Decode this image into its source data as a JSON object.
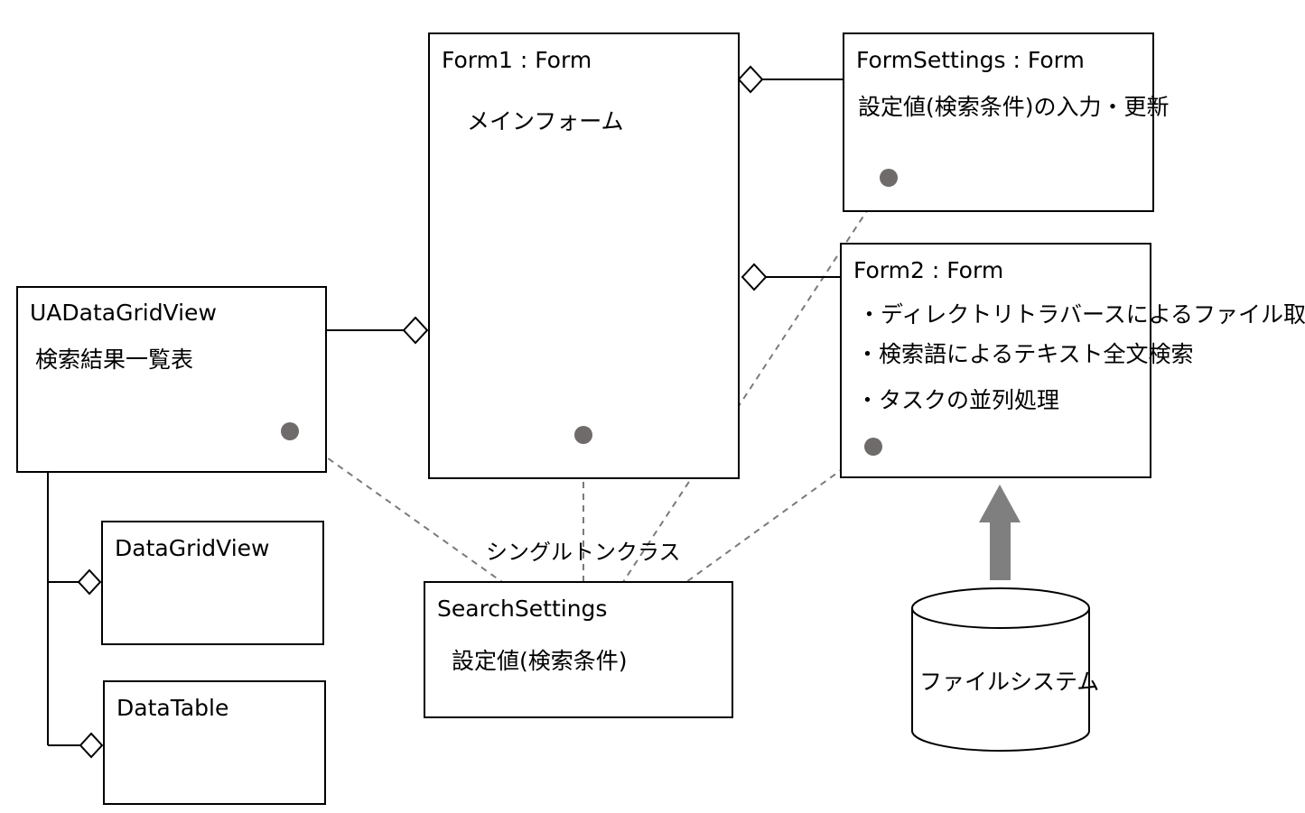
{
  "form1": {
    "title": "Form1 : Form",
    "lines": [
      "メインフォーム"
    ]
  },
  "form_settings": {
    "title": "FormSettings : Form",
    "lines": [
      "設定値(検索条件)の入力・更新"
    ]
  },
  "form2": {
    "title": "Form2 : Form",
    "lines": [
      "・ディレクトリトラバースによるファイル取得",
      "・検索語によるテキスト全文検索",
      "・タスクの並列処理"
    ]
  },
  "ua_grid": {
    "title": "UADataGridView",
    "lines": [
      "検索結果一覧表"
    ]
  },
  "data_grid_view": {
    "title": "DataGridView"
  },
  "data_table": {
    "title": "DataTable"
  },
  "search_settings": {
    "title": "SearchSettings",
    "lines": [
      "設定値(検索条件)"
    ]
  },
  "singleton_label": "シングルトンクラス",
  "filesystem_label": "ファイルシステム",
  "colors": {
    "line": "#000000",
    "dashed": "#7a7a7a",
    "dot": "#6f6b6b",
    "arrow": "#7f7f7f"
  }
}
